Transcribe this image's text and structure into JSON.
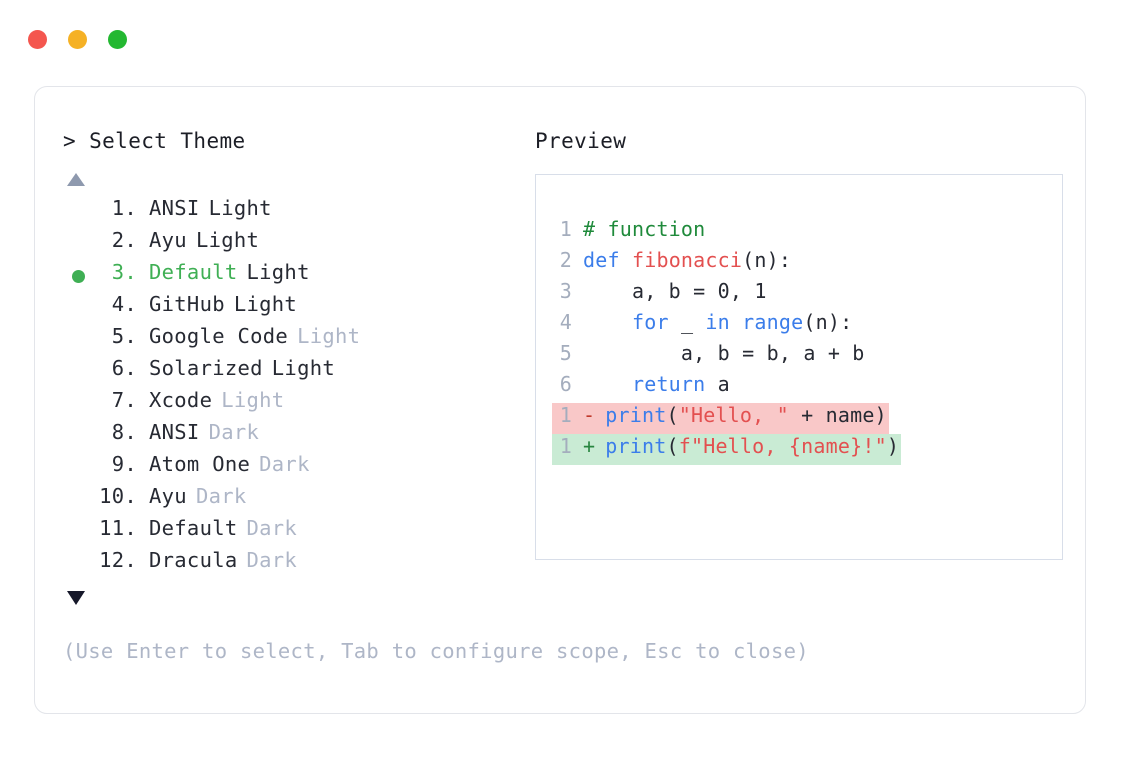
{
  "window": {
    "buttons": [
      {
        "name": "close",
        "color": "#f4564e"
      },
      {
        "name": "minimize",
        "color": "#f5b125"
      },
      {
        "name": "maximize",
        "color": "#23b831"
      }
    ]
  },
  "left_pane": {
    "prompt": "> Select Theme",
    "scroll_up_icon": "triangle-up-icon",
    "scroll_down_icon": "triangle-down-icon",
    "selected_index": 3,
    "selected_bullet_color": "#3faf54",
    "muted_tag_color": "#aeb6c7",
    "items": [
      {
        "index": "1.",
        "name": "ANSI",
        "tag": "Light",
        "tag_muted": false,
        "selected": false
      },
      {
        "index": "2.",
        "name": "Ayu",
        "tag": "Light",
        "tag_muted": false,
        "selected": false
      },
      {
        "index": "3.",
        "name": "Default",
        "tag": "Light",
        "tag_muted": false,
        "selected": true
      },
      {
        "index": "4.",
        "name": "GitHub",
        "tag": "Light",
        "tag_muted": false,
        "selected": false
      },
      {
        "index": "5.",
        "name": "Google Code",
        "tag": "Light",
        "tag_muted": true,
        "selected": false
      },
      {
        "index": "6.",
        "name": "Solarized",
        "tag": "Light",
        "tag_muted": false,
        "selected": false
      },
      {
        "index": "7.",
        "name": "Xcode",
        "tag": "Light",
        "tag_muted": true,
        "selected": false
      },
      {
        "index": "8.",
        "name": "ANSI",
        "tag": "Dark",
        "tag_muted": true,
        "selected": false
      },
      {
        "index": "9.",
        "name": "Atom One",
        "tag": "Dark",
        "tag_muted": true,
        "selected": false
      },
      {
        "index": "10.",
        "name": "Ayu",
        "tag": "Dark",
        "tag_muted": true,
        "selected": false
      },
      {
        "index": "11.",
        "name": "Default",
        "tag": "Dark",
        "tag_muted": true,
        "selected": false
      },
      {
        "index": "12.",
        "name": "Dracula",
        "tag": "Dark",
        "tag_muted": true,
        "selected": false
      }
    ],
    "hint": "(Use Enter to select, Tab to configure scope, Esc to close)"
  },
  "right_pane": {
    "title": "Preview",
    "code_lines": [
      {
        "ln": "1",
        "tokens": [
          {
            "t": "# function",
            "c": "tok-comment"
          }
        ]
      },
      {
        "ln": "2",
        "tokens": [
          {
            "t": "def ",
            "c": "tok-keyword"
          },
          {
            "t": "fibonacci",
            "c": "tok-fn"
          },
          {
            "t": "(n):",
            "c": "tok-punct"
          }
        ]
      },
      {
        "ln": "3",
        "tokens": [
          {
            "t": "    a, b = 0, 1",
            "c": "tok-plain"
          }
        ]
      },
      {
        "ln": "4",
        "tokens": [
          {
            "t": "    for ",
            "c": "tok-keyword"
          },
          {
            "t": "_ ",
            "c": "tok-plain"
          },
          {
            "t": "in ",
            "c": "tok-keyword"
          },
          {
            "t": "range",
            "c": "tok-builtin"
          },
          {
            "t": "(n):",
            "c": "tok-punct"
          }
        ]
      },
      {
        "ln": "5",
        "tokens": [
          {
            "t": "        a, b = b, a + b",
            "c": "tok-plain"
          }
        ]
      },
      {
        "ln": "6",
        "tokens": [
          {
            "t": "    return",
            "c": "tok-keyword"
          },
          {
            "t": " a",
            "c": "tok-plain"
          }
        ]
      }
    ],
    "diff_lines": [
      {
        "ln": "1",
        "sign": "-",
        "kind": "del",
        "tokens": [
          {
            "t": "print",
            "c": "tok-builtin"
          },
          {
            "t": "(",
            "c": "tok-punct"
          },
          {
            "t": "\"Hello, \"",
            "c": "tok-string"
          },
          {
            "t": " + name)",
            "c": "tok-plain"
          }
        ]
      },
      {
        "ln": "1",
        "sign": "+",
        "kind": "add",
        "tokens": [
          {
            "t": "print",
            "c": "tok-builtin"
          },
          {
            "t": "(",
            "c": "tok-punct"
          },
          {
            "t": "f\"Hello, {name}!\"",
            "c": "tok-string"
          },
          {
            "t": ")",
            "c": "tok-punct"
          }
        ]
      }
    ],
    "diff_del_bg": "#f9c8c8",
    "diff_add_bg": "#c9ebd4"
  }
}
